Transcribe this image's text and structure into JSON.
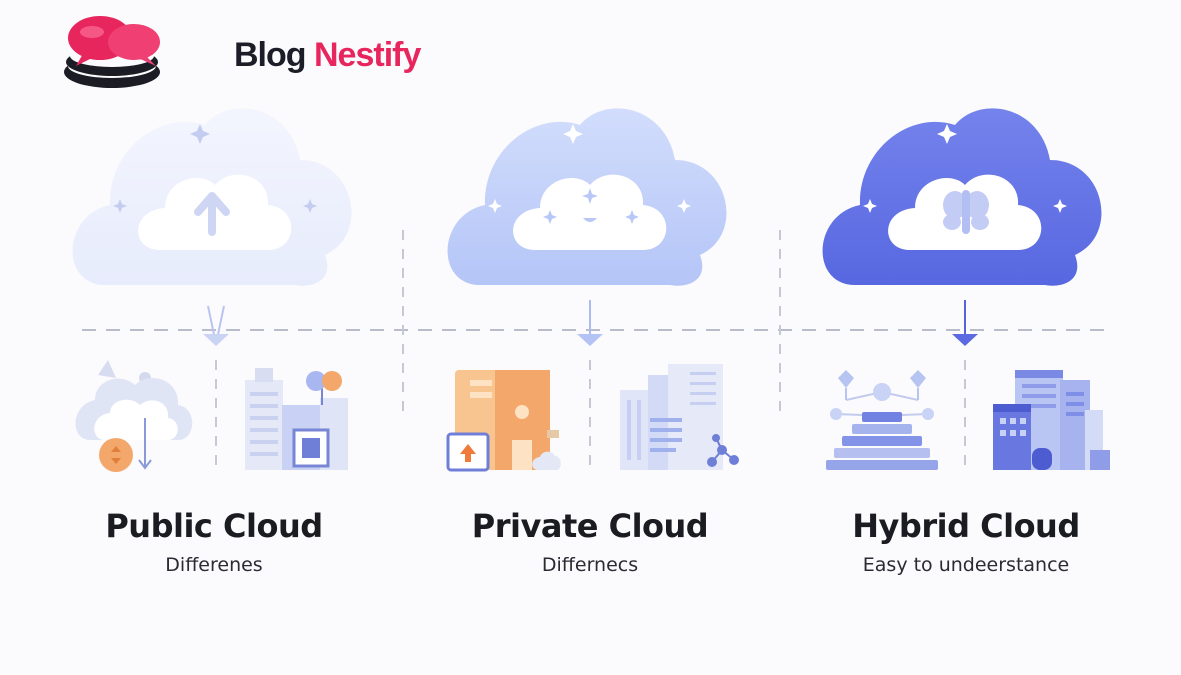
{
  "brand": {
    "name_part1": "Blog",
    "name_part2": "Nestify",
    "logo_icon": "speech-bubbles-logo-icon",
    "accent": "#e8265e"
  },
  "columns": [
    {
      "title": "Public Cloud",
      "subtitle": "Differenes",
      "cloud_color": "#eef1fd",
      "cloud_icon": "upload-arrow-icon",
      "illustrations": [
        "cloud-server-icon",
        "city-buildings-icon"
      ]
    },
    {
      "title": "Private Cloud",
      "subtitle": "Differnecs",
      "cloud_color": "#c5d3fb",
      "cloud_icon": "sparkle-face-icon",
      "illustrations": [
        "document-folder-icon",
        "office-building-icon"
      ]
    },
    {
      "title": "Hybrid Cloud",
      "subtitle": "Easy to undeerstance",
      "cloud_color": "#6575e6",
      "cloud_icon": "butterfly-icon",
      "illustrations": [
        "network-pyramid-icon",
        "tower-buildings-icon"
      ]
    }
  ]
}
